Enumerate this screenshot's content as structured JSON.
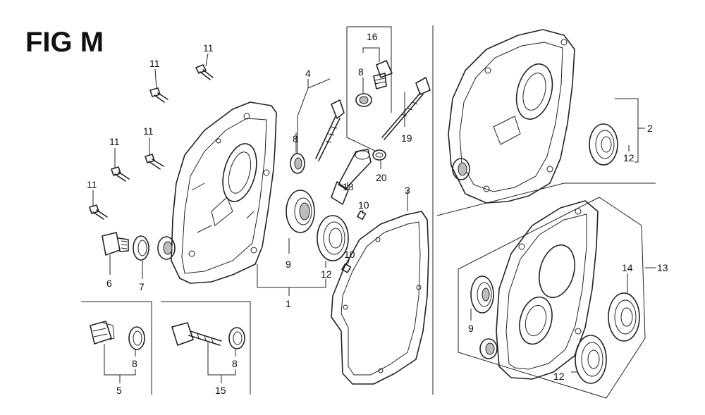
{
  "figure": {
    "title": "FIG M"
  },
  "labels": {
    "l11a": "11",
    "l11b": "11",
    "l11c": "11",
    "l11d": "11",
    "l11e": "11",
    "l16": "16",
    "l8a": "8",
    "l4": "4",
    "l8b": "8",
    "l19": "19",
    "l20": "20",
    "l18": "18",
    "l3": "3",
    "l10a": "10",
    "l10b": "10",
    "l9a": "9",
    "l12a": "12",
    "l1": "1",
    "l6": "6",
    "l7": "7",
    "l8c": "8",
    "l5": "5",
    "l8d": "8",
    "l15": "15",
    "l2": "2",
    "l12b": "12",
    "l13": "13",
    "l14": "14",
    "l9b": "9",
    "l12c": "12"
  }
}
